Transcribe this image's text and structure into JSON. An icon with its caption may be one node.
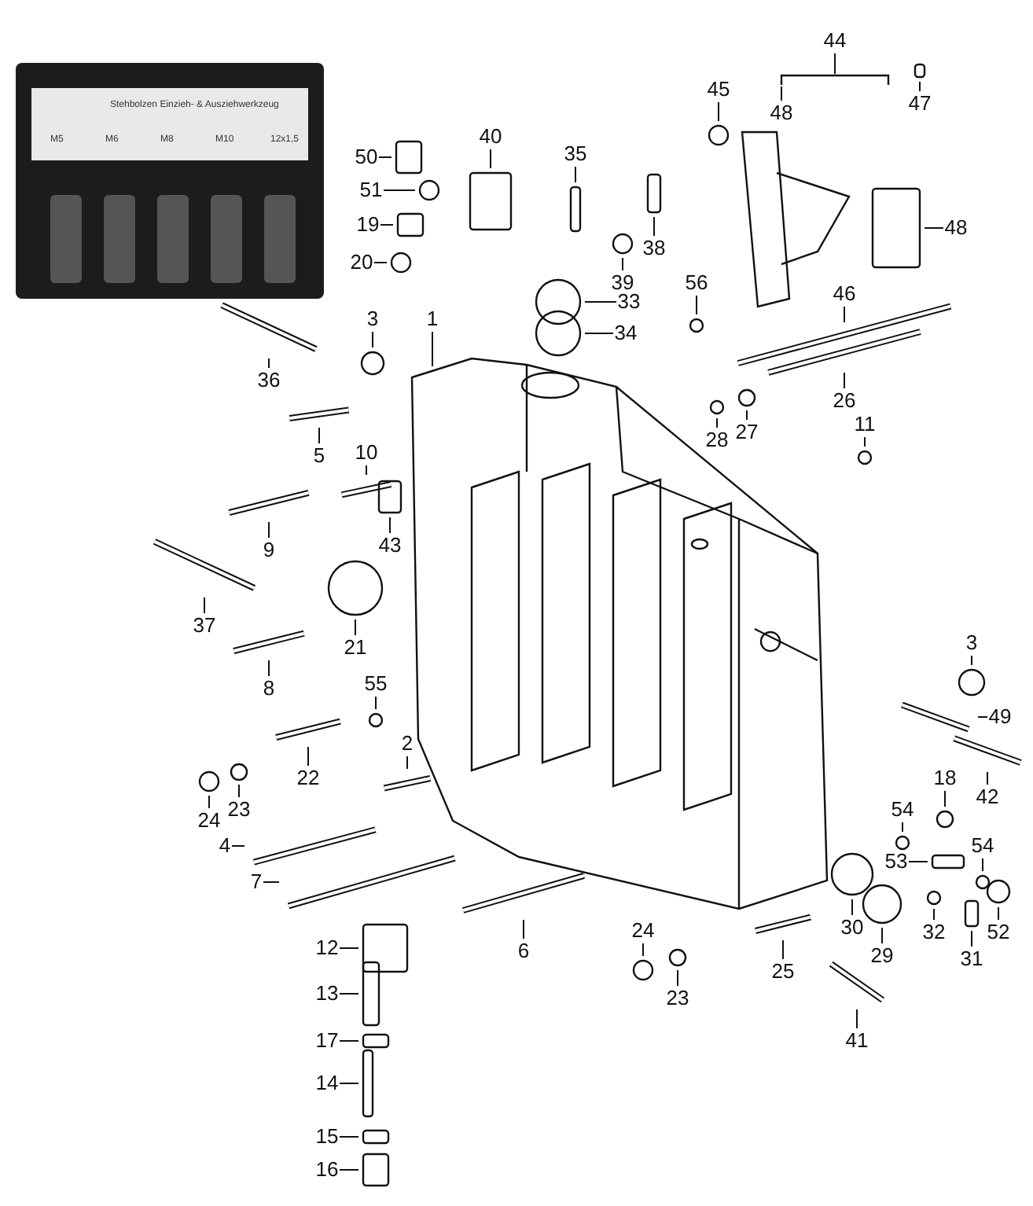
{
  "diagram": {
    "nodes": [
      {
        "text": [
          "Stehbolzen Einzieh- & Ausziehwerkzeug",
          "M5",
          "M6",
          "M8",
          "M10",
          "12x1,5"
        ]
      },
      {
        "text": [
          "44"
        ]
      },
      {
        "text": [
          "45"
        ]
      },
      {
        "text": [
          "47"
        ]
      },
      {
        "text": [
          "48"
        ]
      },
      {
        "text": [
          "40"
        ]
      },
      {
        "text": [
          "35"
        ]
      },
      {
        "text": [
          "50"
        ]
      },
      {
        "text": [
          "51"
        ]
      },
      {
        "text": [
          "19"
        ]
      },
      {
        "text": [
          "48"
        ]
      },
      {
        "text": [
          "38"
        ]
      },
      {
        "text": [
          "20"
        ]
      },
      {
        "text": [
          "39"
        ]
      },
      {
        "text": [
          "56"
        ]
      },
      {
        "text": [
          "46"
        ]
      },
      {
        "text": [
          "33"
        ]
      },
      {
        "text": [
          "3"
        ]
      },
      {
        "text": [
          "1"
        ]
      },
      {
        "text": [
          "34"
        ]
      },
      {
        "text": [
          "36"
        ]
      },
      {
        "text": [
          "26"
        ]
      },
      {
        "text": [
          "11"
        ]
      },
      {
        "text": [
          "27"
        ]
      },
      {
        "text": [
          "28"
        ]
      },
      {
        "text": [
          "10"
        ]
      },
      {
        "text": [
          "5"
        ]
      },
      {
        "text": [
          "43"
        ]
      },
      {
        "text": [
          "9"
        ]
      },
      {
        "text": [
          "37"
        ]
      },
      {
        "text": [
          "3"
        ]
      },
      {
        "text": [
          "21"
        ]
      },
      {
        "text": [
          "55"
        ]
      },
      {
        "text": [
          "8"
        ]
      },
      {
        "text": [
          "49"
        ]
      },
      {
        "text": [
          "2"
        ]
      },
      {
        "text": [
          "18"
        ]
      },
      {
        "text": [
          "22"
        ]
      },
      {
        "text": [
          "42"
        ]
      },
      {
        "text": [
          "23"
        ]
      },
      {
        "text": [
          "54"
        ]
      },
      {
        "text": [
          "24"
        ]
      },
      {
        "text": [
          "54"
        ]
      },
      {
        "text": [
          "4"
        ]
      },
      {
        "text": [
          "53"
        ]
      },
      {
        "text": [
          "7"
        ]
      },
      {
        "text": [
          "30"
        ]
      },
      {
        "text": [
          "24"
        ]
      },
      {
        "text": [
          "32"
        ]
      },
      {
        "text": [
          "52"
        ]
      },
      {
        "text": [
          "12"
        ]
      },
      {
        "text": [
          "6"
        ]
      },
      {
        "text": [
          "29"
        ]
      },
      {
        "text": [
          "31"
        ]
      },
      {
        "text": [
          "25"
        ]
      },
      {
        "text": [
          "13"
        ]
      },
      {
        "text": [
          "23"
        ]
      },
      {
        "text": [
          "41"
        ]
      },
      {
        "text": [
          "17"
        ]
      },
      {
        "text": [
          "14"
        ]
      },
      {
        "text": [
          "15"
        ]
      },
      {
        "text": [
          "16"
        ]
      },
      {
        "text": [],
        "shape": "bar"
      },
      {
        "text": [],
        "shape": "circle"
      },
      {
        "text": [],
        "shape": "box"
      },
      {
        "text": [],
        "shape": "box"
      },
      {
        "text": [],
        "shape": "box"
      },
      {
        "text": [],
        "shape": "box"
      },
      {
        "text": [],
        "shape": "circle"
      },
      {
        "text": [],
        "shape": "box"
      },
      {
        "text": [],
        "shape": "box"
      },
      {
        "text": [],
        "shape": "box"
      },
      {
        "text": [],
        "shape": "circle"
      },
      {
        "text": [],
        "shape": "circle"
      },
      {
        "text": [],
        "shape": "circle"
      },
      {
        "text": [],
        "shape": "bar"
      },
      {
        "text": [],
        "shape": "circle"
      },
      {
        "text": [],
        "shape": "circle"
      },
      {
        "text": [],
        "shape": "picture"
      },
      {
        "text": [],
        "shape": "circle"
      },
      {
        "text": [],
        "shape": "bar"
      },
      {
        "text": [],
        "shape": "bar"
      },
      {
        "text": [],
        "shape": "circle"
      },
      {
        "text": [],
        "shape": "circle"
      },
      {
        "text": [],
        "shape": "circle"
      },
      {
        "text": [],
        "shape": "bar"
      },
      {
        "text": [],
        "shape": "bar"
      },
      {
        "text": [],
        "shape": "box"
      },
      {
        "text": [],
        "shape": "bar"
      },
      {
        "text": [],
        "shape": "bar"
      },
      {
        "text": [],
        "shape": "circle"
      },
      {
        "text": [],
        "shape": "circle"
      },
      {
        "text": [],
        "shape": "circle"
      },
      {
        "text": [],
        "shape": "bar"
      },
      {
        "text": [],
        "shape": "bar"
      },
      {
        "text": [],
        "shape": "bar"
      },
      {
        "text": [],
        "shape": "circle"
      },
      {
        "text": [],
        "shape": "bar"
      },
      {
        "text": [],
        "shape": "bar"
      },
      {
        "text": [],
        "shape": "circle"
      },
      {
        "text": [],
        "shape": "circle"
      },
      {
        "text": [],
        "shape": "circle"
      },
      {
        "text": [],
        "shape": "circle"
      },
      {
        "text": [],
        "shape": "bar"
      },
      {
        "text": [],
        "shape": "box"
      },
      {
        "text": [],
        "shape": "bar"
      },
      {
        "text": [],
        "shape": "circle"
      },
      {
        "text": [],
        "shape": "circle"
      },
      {
        "text": [],
        "shape": "circle"
      },
      {
        "text": [],
        "shape": "circle"
      },
      {
        "text": [],
        "shape": "box"
      },
      {
        "text": [],
        "shape": "bar"
      },
      {
        "text": [],
        "shape": "circle"
      },
      {
        "text": [],
        "shape": "box"
      },
      {
        "text": [],
        "shape": "bar"
      },
      {
        "text": [],
        "shape": "box"
      },
      {
        "text": [],
        "shape": "circle"
      },
      {
        "text": [],
        "shape": "bar"
      },
      {
        "text": [],
        "shape": "box"
      },
      {
        "text": [],
        "shape": "box"
      },
      {
        "text": [],
        "shape": "box"
      },
      {
        "text": [],
        "shape": "box"
      }
    ],
    "edges": [
      {
        "from": 1,
        "to": 62,
        "arrow": "none"
      },
      {
        "from": 2,
        "to": 63,
        "arrow": "none"
      },
      {
        "from": 3,
        "to": 64,
        "arrow": "none"
      },
      {
        "from": 4,
        "to": 62,
        "arrow": "none"
      },
      {
        "from": 5,
        "to": 65,
        "arrow": "none"
      },
      {
        "from": 6,
        "to": 66,
        "arrow": "none"
      },
      {
        "from": 7,
        "to": 67,
        "arrow": "none"
      },
      {
        "from": 8,
        "to": 68,
        "arrow": "none"
      },
      {
        "from": 9,
        "to": 69,
        "arrow": "none"
      },
      {
        "from": 10,
        "to": 70,
        "arrow": "none"
      },
      {
        "from": 11,
        "to": 71,
        "arrow": "none"
      },
      {
        "from": 12,
        "to": 72,
        "arrow": "none"
      },
      {
        "from": 13,
        "to": 73,
        "arrow": "none"
      },
      {
        "from": 14,
        "to": 74,
        "arrow": "none"
      },
      {
        "from": 15,
        "to": 75,
        "arrow": "none"
      },
      {
        "from": 16,
        "to": 76,
        "arrow": "none"
      },
      {
        "from": 17,
        "to": 77,
        "arrow": "none"
      },
      {
        "from": 18,
        "to": 78,
        "arrow": "none"
      },
      {
        "from": 19,
        "to": 79,
        "arrow": "none"
      },
      {
        "from": 20,
        "to": 80,
        "arrow": "none"
      },
      {
        "from": 21,
        "to": 81,
        "arrow": "none"
      },
      {
        "from": 22,
        "to": 82,
        "arrow": "none"
      },
      {
        "from": 23,
        "to": 83,
        "arrow": "none"
      },
      {
        "from": 24,
        "to": 84,
        "arrow": "none"
      },
      {
        "from": 25,
        "to": 85,
        "arrow": "none"
      },
      {
        "from": 26,
        "to": 86,
        "arrow": "none"
      },
      {
        "from": 27,
        "to": 87,
        "arrow": "none"
      },
      {
        "from": 28,
        "to": 88,
        "arrow": "none"
      },
      {
        "from": 29,
        "to": 89,
        "arrow": "none"
      },
      {
        "from": 30,
        "to": 90,
        "arrow": "none"
      },
      {
        "from": 31,
        "to": 91,
        "arrow": "none"
      },
      {
        "from": 32,
        "to": 92,
        "arrow": "none"
      },
      {
        "from": 33,
        "to": 93,
        "arrow": "none"
      },
      {
        "from": 34,
        "to": 94,
        "arrow": "none"
      },
      {
        "from": 35,
        "to": 95,
        "arrow": "none"
      },
      {
        "from": 36,
        "to": 96,
        "arrow": "none"
      },
      {
        "from": 37,
        "to": 97,
        "arrow": "none"
      },
      {
        "from": 38,
        "to": 98,
        "arrow": "none"
      },
      {
        "from": 39,
        "to": 99,
        "arrow": "none"
      },
      {
        "from": 40,
        "to": 100,
        "arrow": "none"
      },
      {
        "from": 41,
        "to": 101,
        "arrow": "none"
      },
      {
        "from": 42,
        "to": 102,
        "arrow": "none"
      },
      {
        "from": 43,
        "to": 103,
        "arrow": "none"
      },
      {
        "from": 44,
        "to": 104,
        "arrow": "none"
      },
      {
        "from": 45,
        "to": 105,
        "arrow": "none"
      },
      {
        "from": 46,
        "to": 106,
        "arrow": "none"
      },
      {
        "from": 47,
        "to": 107,
        "arrow": "none"
      },
      {
        "from": 48,
        "to": 108,
        "arrow": "none"
      },
      {
        "from": 49,
        "to": 109,
        "arrow": "none"
      },
      {
        "from": 50,
        "to": 110,
        "arrow": "none"
      },
      {
        "from": 51,
        "to": 111,
        "arrow": "none"
      },
      {
        "from": 52,
        "to": 112,
        "arrow": "none"
      },
      {
        "from": 53,
        "to": 113,
        "arrow": "none"
      },
      {
        "from": 54,
        "to": 114,
        "arrow": "none"
      },
      {
        "from": 55,
        "to": 115,
        "arrow": "none"
      },
      {
        "from": 56,
        "to": 116,
        "arrow": "none"
      },
      {
        "from": 57,
        "to": 117,
        "arrow": "none"
      },
      {
        "from": 58,
        "to": 118,
        "arrow": "none"
      },
      {
        "from": 59,
        "to": 119,
        "arrow": "none"
      },
      {
        "from": 60,
        "to": 120,
        "arrow": "none"
      },
      {
        "from": 61,
        "to": 121,
        "arrow": "none"
      }
    ]
  }
}
